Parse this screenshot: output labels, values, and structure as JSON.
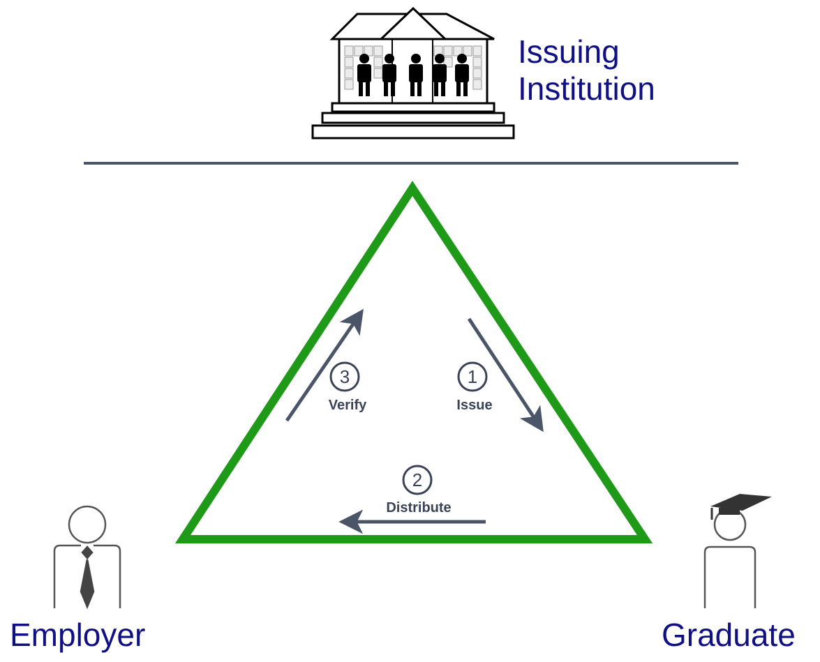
{
  "labels": {
    "institution": "Issuing Institution",
    "employer": "Employer",
    "graduate": "Graduate"
  },
  "steps": [
    {
      "number": "1",
      "label": "Issue"
    },
    {
      "number": "2",
      "label": "Distribute"
    },
    {
      "number": "3",
      "label": "Verify"
    }
  ],
  "colors": {
    "triangle": "#1f9a18",
    "arrow": "#4a5568",
    "label": "#101085",
    "divider": "#4a5568"
  },
  "icons": {
    "institution": "school-building-icon",
    "employer": "employer-person-icon",
    "graduate": "graduate-person-icon"
  }
}
